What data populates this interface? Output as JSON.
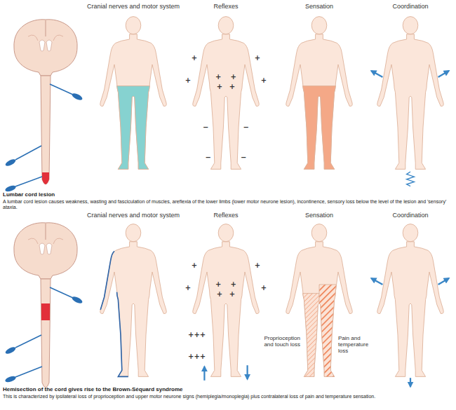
{
  "diagram": {
    "labels": [
      "Cranial nerves and motor system",
      "Reflexes",
      "Sensation",
      "Coordination",
      "+",
      "+",
      "+",
      "+",
      "+",
      "+",
      "+",
      "+",
      "−",
      "−",
      "−",
      "−",
      "Lumbar cord lesion",
      "A lumbar cord lesion causes weakness, wasting and fasciculation of muscles, areflexia of the lower limbs (lower motor neurone lesion), incontinence, sensory loss below the level of the lesion and 'sensory' ataxia.",
      "Cranial nerves and motor system",
      "Reflexes",
      "Sensation",
      "Coordination",
      "+",
      "+",
      "+",
      "+",
      "+",
      "+",
      "+",
      "+",
      "+++",
      "+++",
      "Proprioception and touch loss",
      "Pain and temperature loss",
      "Hemisection of the cord gives rise to the Brown-Séquard syndrome",
      "This is characterized by ipsilateral loss of proprioception and upper motor neurone signs (hemiplegia/monoplegia) plus contralateral loss of pain and temperature sensation."
    ]
  }
}
